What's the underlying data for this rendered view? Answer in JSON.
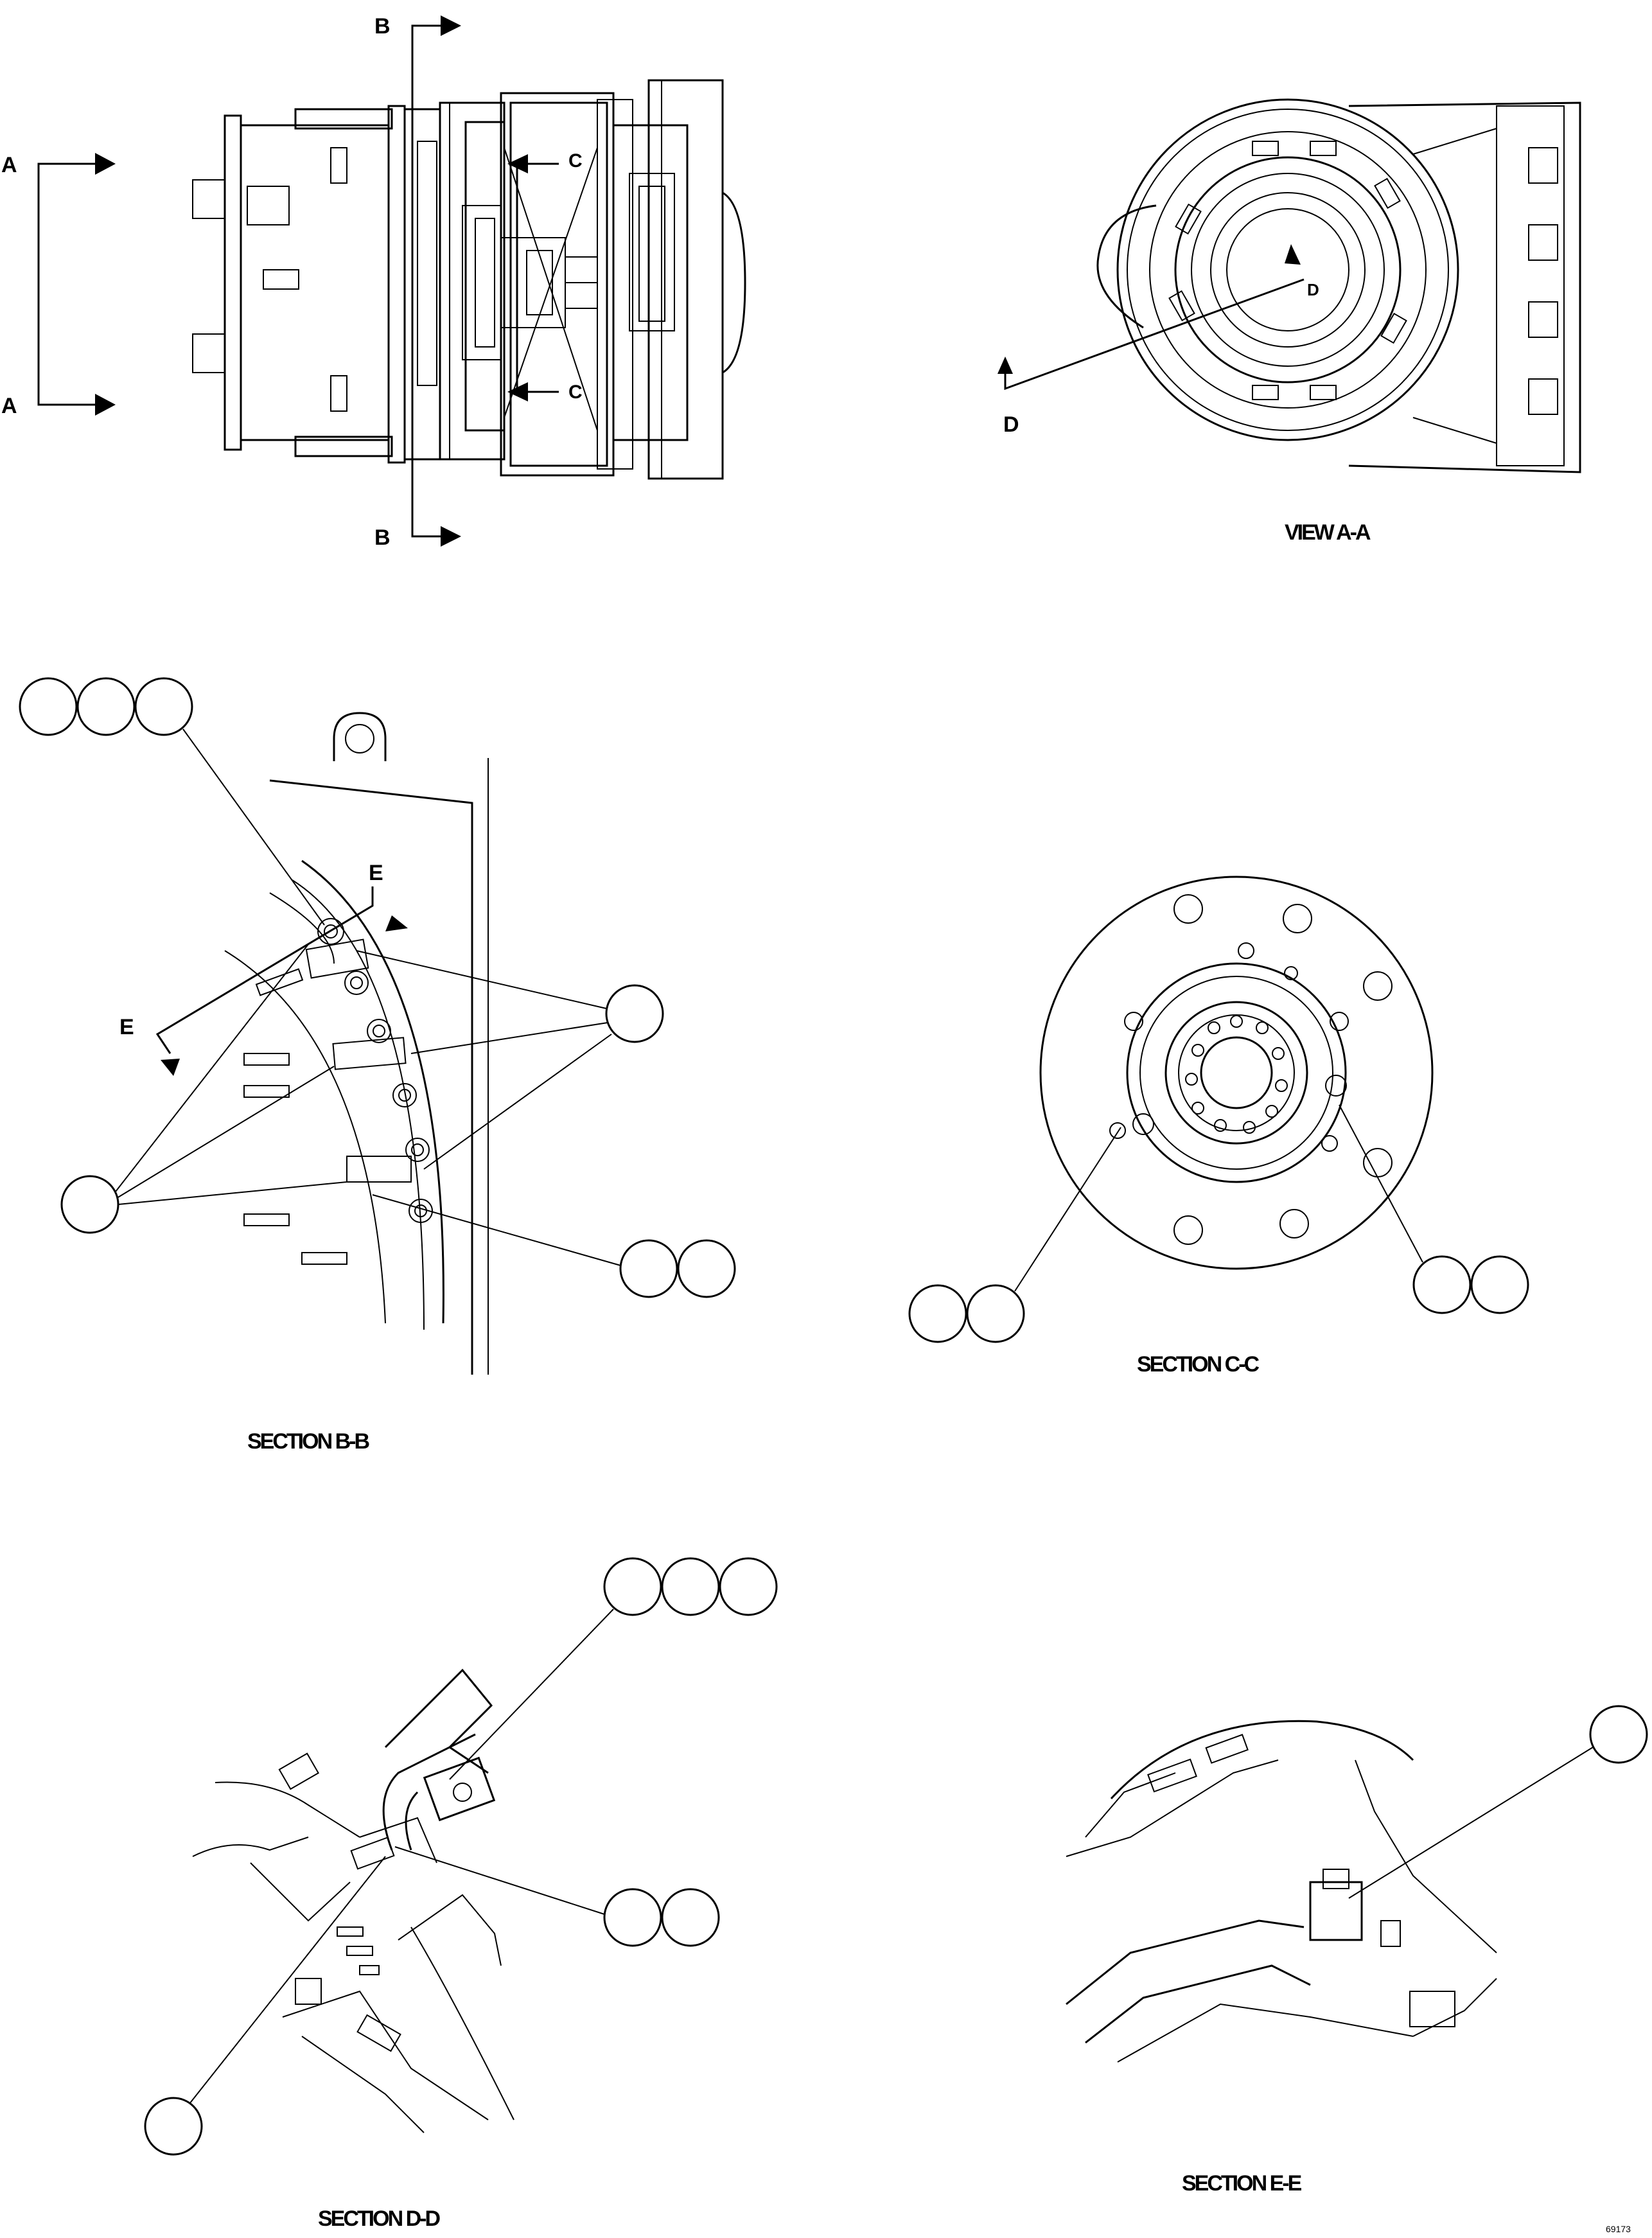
{
  "section_letters": {
    "a_top": "A",
    "a_bottom": "A",
    "b_top": "B",
    "b_bottom": "B",
    "c_top": "C",
    "c_bottom": "C",
    "d_view": "D",
    "d_center": "D",
    "e_top": "E",
    "e_left": "E"
  },
  "captions": {
    "view_aa": "VIEW A-A",
    "section_bb": "SECTION B-B",
    "section_cc": "SECTION C-C",
    "section_dd": "SECTION D-D",
    "section_ee": "SECTION E-E"
  },
  "figure_id": "69173"
}
